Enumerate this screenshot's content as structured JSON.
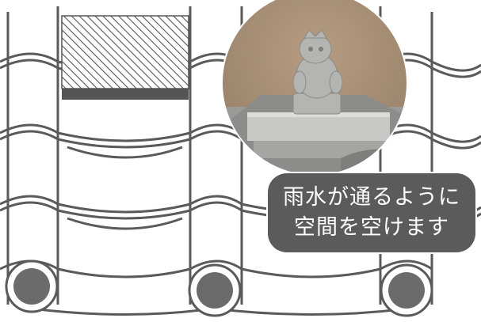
{
  "callout": {
    "line1": "雨水が通るように",
    "line2": "空間を空けます"
  },
  "colors": {
    "line": "#5a5a5a",
    "callout_bg": "#5b5b5b",
    "callout_text": "#ffffff",
    "photo_wall": "#a88f75",
    "stone": "#b9b9b7"
  },
  "photo": {
    "subject": "stone-guardian-figure"
  }
}
